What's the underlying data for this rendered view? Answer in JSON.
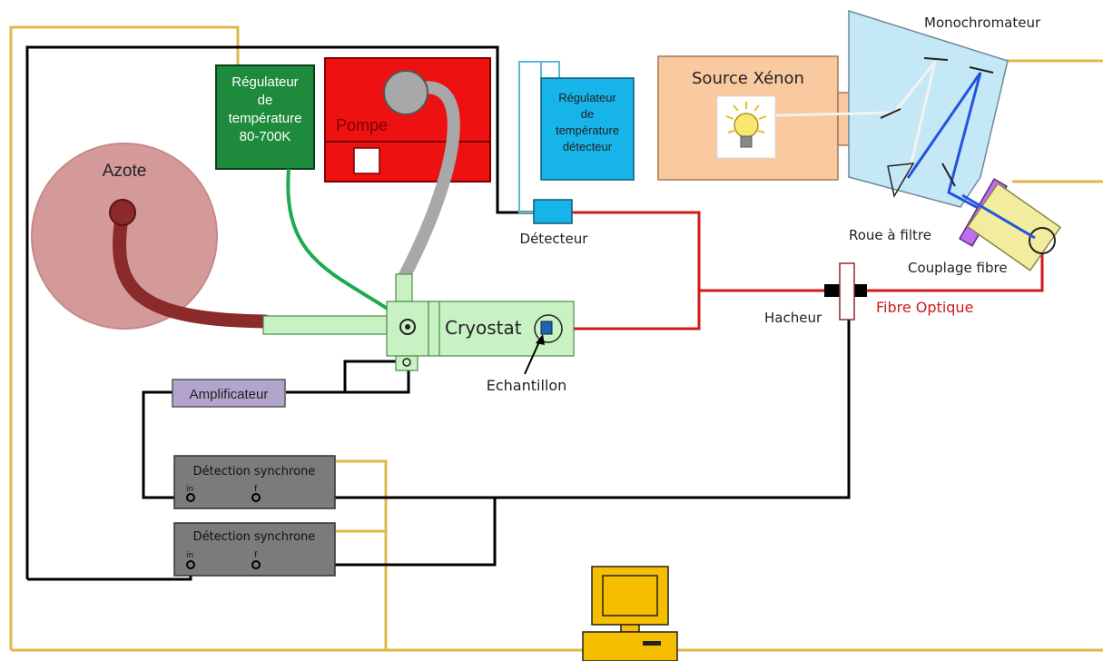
{
  "labels": {
    "monochromateur": "Monochromateur",
    "source_xenon": "Source Xénon",
    "regulateur_temp": [
      "Régulateur",
      "de",
      "température",
      "80-700K"
    ],
    "pompe": "Pompe",
    "regulateur_detecteur": [
      "Régulateur",
      "de",
      "température",
      "détecteur"
    ],
    "azote": "Azote",
    "detecteur": "Détecteur",
    "roue_filtre": "Roue à filtre",
    "couplage_fibre": "Couplage fibre",
    "hacheur": "Hacheur",
    "fibre_optique": "Fibre Optique",
    "cryostat": "Cryostat",
    "echantillon": "Echantillon",
    "amplificateur": "Amplificateur",
    "detection_synchrone_1": "Détection synchrone",
    "detection_synchrone_2": "Détection synchrone",
    "port_in_1": "in",
    "port_f_1": "f",
    "port_in_2": "in",
    "port_f_2": "f"
  },
  "colors": {
    "signal_cable": "#000000",
    "power_cable": "#e0b84a",
    "optical_fiber": "#d0191b",
    "nitrogen_hose": "#8b2a2a",
    "pump_hose": "#a8a8a8",
    "regulator_cable": "#1faa4f",
    "detector_reg_cable": "#5bb8d6",
    "azote_tank": "#d49a9a",
    "regulateur_box": "#1e8a3c",
    "pompe_box": "#ee1111",
    "detector_box": "#16b4e8",
    "source_box": "#f9c9a0",
    "monochromator_box": "#c4e8f6",
    "cryostat_box": "#c8f2c4",
    "amplificateur_box": "#b3a4cc",
    "lockin_box": "#7b7b7b",
    "computer": "#f6be00",
    "filter_wheel": "#c06cf0",
    "fiber_coupling": "#f2ec9e",
    "light_beam": "#2255dd",
    "label_fibre": "#d0191b"
  },
  "icons": {
    "lamp": "lightbulb-icon",
    "computer": "computer-icon"
  }
}
